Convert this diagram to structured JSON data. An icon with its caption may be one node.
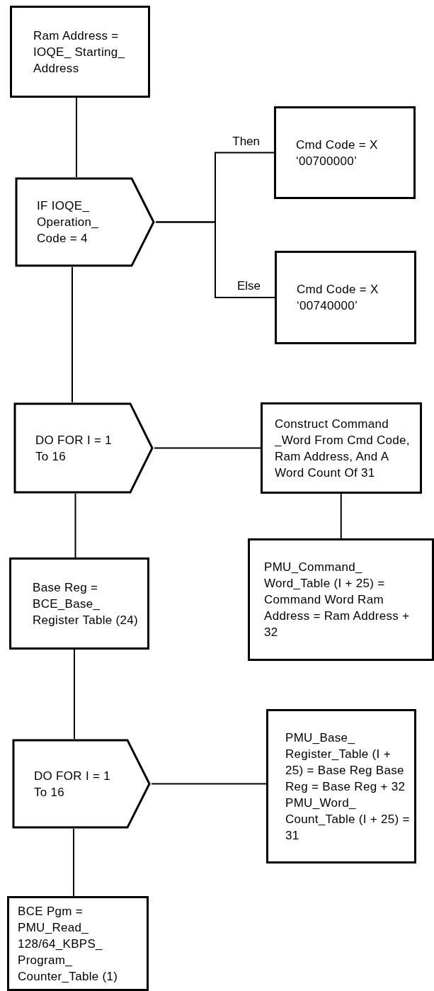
{
  "diagram": {
    "nodes": [
      {
        "text": [
          "Ram Address = IOQE_ Starting_ Address"
        ]
      },
      {
        "text": [
          "IF IOQE_ Operation_ Code = 4"
        ]
      },
      {
        "text": [
          "Cmd Code = X ‘00700000’"
        ]
      },
      {
        "text": [
          "Cmd Code = X ‘00740000’"
        ]
      },
      {
        "text": [
          "DO FOR I = 1 To 16"
        ]
      },
      {
        "text": [
          "Construct Command _Word From Cmd Code, Ram Address, And A Word Count Of 31"
        ]
      },
      {
        "text": [
          "Base Reg = BCE_Base_ Register Table (24)"
        ]
      },
      {
        "text": [
          "PMU_Command_ Word_Table (I + 25) = Command Word Ram Address = Ram Address + 32"
        ]
      },
      {
        "text": [
          "DO FOR I = 1 To 16"
        ]
      },
      {
        "text": [
          "PMU_Base_ Register_Table (I + 25) = Base Reg Base Reg = Base Reg + 32 PMU_Word_ Count_Table (I + 25) = 31"
        ]
      },
      {
        "text": [
          "BCE Pgm = PMU_Read_ 128/64_KBPS_ Program_ Counter_Table (1)"
        ]
      }
    ],
    "edges": [
      {
        "from": 0,
        "to": 1,
        "arrow": "none"
      },
      {
        "from": 1,
        "to": 2,
        "arrow": "none",
        "label": "Then"
      },
      {
        "from": 1,
        "to": 3,
        "arrow": "none",
        "label": "Else"
      },
      {
        "from": 1,
        "to": 4,
        "arrow": "none"
      },
      {
        "from": 4,
        "to": 5,
        "arrow": "none"
      },
      {
        "from": 5,
        "to": 7,
        "arrow": "none"
      },
      {
        "from": 4,
        "to": 6,
        "arrow": "none"
      },
      {
        "from": 6,
        "to": 8,
        "arrow": "none"
      },
      {
        "from": 8,
        "to": 9,
        "arrow": "none"
      },
      {
        "from": 8,
        "to": 10,
        "arrow": "none"
      }
    ]
  }
}
